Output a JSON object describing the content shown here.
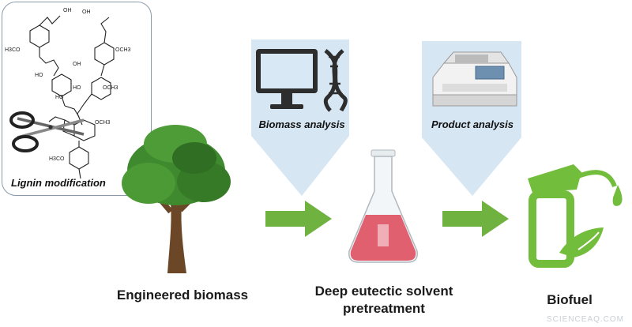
{
  "labels": {
    "lignin_modification": "Lignin modification",
    "biomass_analysis": "Biomass analysis",
    "product_analysis": "Product analysis",
    "engineered_biomass": "Engineered biomass",
    "pretreatment_line1": "Deep eutectic solvent",
    "pretreatment_line2": "pretreatment",
    "biofuel": "Biofuel"
  },
  "structure_labels": {
    "oh_top": "OH",
    "h3co_1": "H3CO",
    "h3co_2": "H3CO",
    "och3_1": "OCH3",
    "och3_2": "OCH3",
    "och3_3": "OCH3",
    "ho_1": "HO",
    "ho_2": "HO",
    "ho_3": "HO",
    "oh_1": "OH",
    "oh_2": "OH"
  },
  "watermark": "SCIENCEAQ.COM",
  "colors": {
    "callout": "#d6e6f3",
    "arrow": "#6fb23f",
    "tree_green": "#3f8a2e",
    "flask_liquid": "#e0606f",
    "fuel_green": "#72bd3b",
    "computer": "#2d2d2d"
  }
}
